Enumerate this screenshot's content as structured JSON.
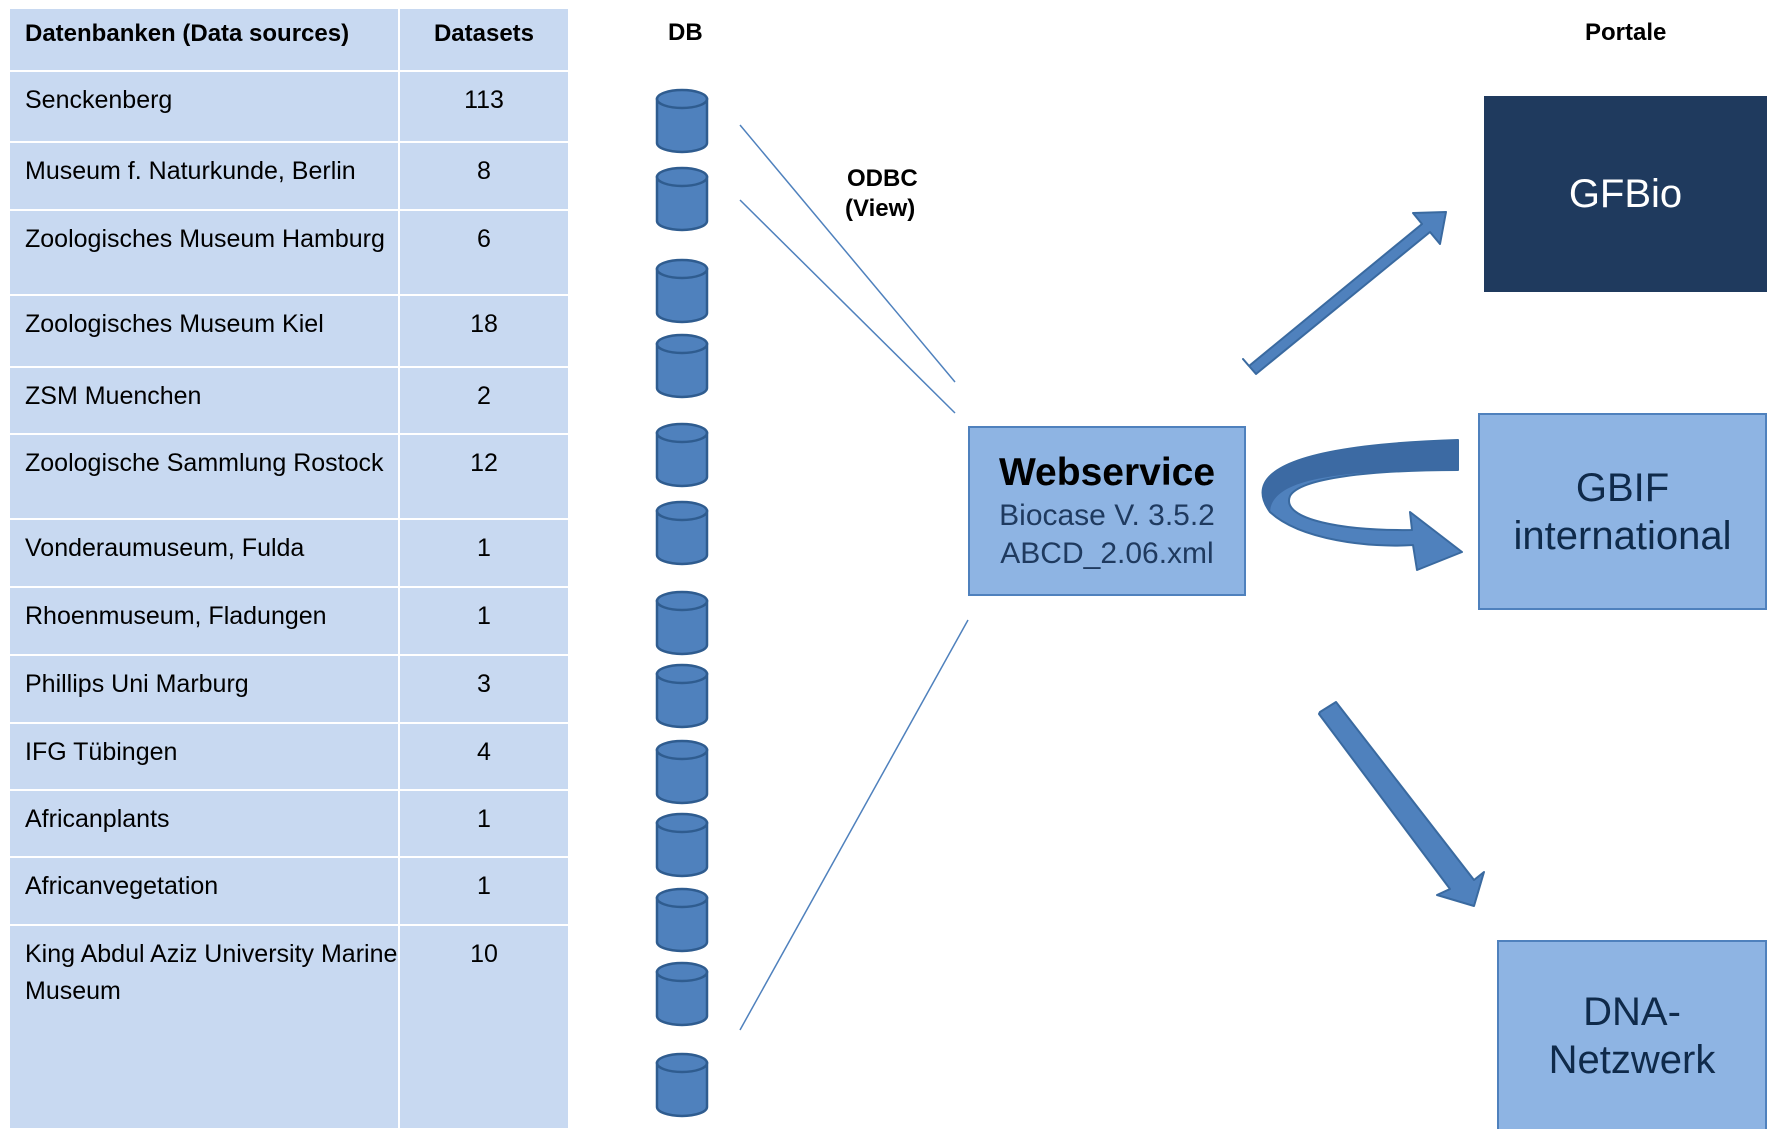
{
  "table": {
    "headers": [
      "Datenbanken (Data sources)",
      "Datasets"
    ],
    "rows": [
      {
        "name": "Senckenberg",
        "datasets": "113"
      },
      {
        "name": "Museum f. Naturkunde, Berlin",
        "datasets": "8"
      },
      {
        "name": "Zoologisches  Museum Hamburg",
        "datasets": "6"
      },
      {
        "name": "Zoologisches Museum Kiel",
        "datasets": "18"
      },
      {
        "name": "ZSM Muenchen",
        "datasets": "2"
      },
      {
        "name": "Zoologische Sammlung Rostock",
        "datasets": "12"
      },
      {
        "name": "Vonderaumuseum, Fulda",
        "datasets": "1"
      },
      {
        "name": "Rhoenmuseum, Fladungen",
        "datasets": "1"
      },
      {
        "name": "Phillips Uni Marburg",
        "datasets": "3"
      },
      {
        "name": "IFG Tübingen",
        "datasets": "4"
      },
      {
        "name": "Africanplants",
        "datasets": "1"
      },
      {
        "name": "Africanvegetation",
        "datasets": "1"
      },
      {
        "name": "King Abdul Aziz University Marine Museum",
        "datasets": "10"
      }
    ]
  },
  "labels": {
    "db": "DB",
    "portale": "Portale",
    "odbc_line1": "ODBC",
    "odbc_line2": "(View)"
  },
  "webservice": {
    "title": "Webservice",
    "line1": "Biocase V. 3.5.2",
    "line2": "ABCD_2.06.xml"
  },
  "portals": {
    "gfbio": "GFBio",
    "gbif_line1": "GBIF",
    "gbif_line2": "international",
    "dna_line1": "DNA-",
    "dna_line2": "Netzwerk"
  },
  "colors": {
    "cell": "#c8d9f1",
    "accent": "#4f81bd",
    "light_box": "#8eb4e3",
    "dark_box": "#1f3a5e",
    "db_icon": "#4f81bd"
  },
  "icons": {
    "database": "database-icon",
    "arrow": "arrow-icon",
    "curved_arrow": "curved-arrow-icon"
  }
}
